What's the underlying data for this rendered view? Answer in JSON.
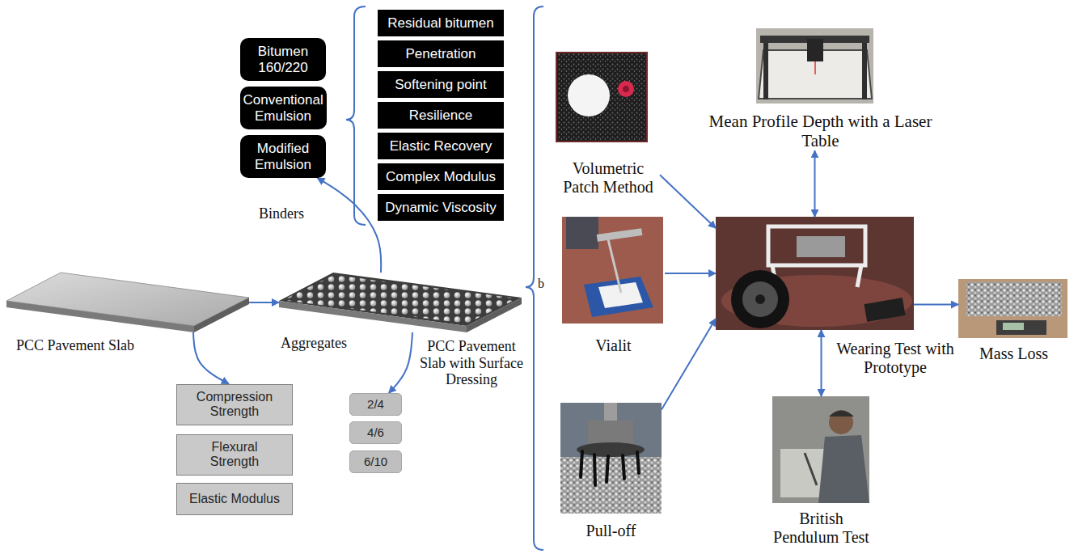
{
  "diagram": {
    "nodes": [
      {
        "text": [
          "Bitumen 160/220"
        ]
      },
      {
        "text": [
          "Conventional Emulsion"
        ]
      },
      {
        "text": [
          "Modified Emulsion"
        ]
      },
      {
        "text": [
          "Residual bitumen"
        ]
      },
      {
        "text": [
          "Penetration"
        ]
      },
      {
        "text": [
          "Softening point"
        ]
      },
      {
        "text": [
          "Resilience"
        ]
      },
      {
        "text": [
          "Elastic Recovery"
        ]
      },
      {
        "text": [
          "Complex Modulus"
        ]
      },
      {
        "text": [
          "Dynamic Viscosity"
        ]
      },
      {
        "text": [
          "PCC Pavement Slab"
        ]
      },
      {
        "text": [
          "PCC Pavement Slab with Surface Dressing"
        ]
      },
      {
        "text": [
          "Compression Strength"
        ]
      },
      {
        "text": [
          "Flexural Strength"
        ]
      },
      {
        "text": [
          "Elastic Modulus"
        ]
      },
      {
        "text": [
          "2/4"
        ]
      },
      {
        "text": [
          "4/6"
        ]
      },
      {
        "text": [
          "6/10"
        ]
      },
      {
        "text": [
          "Volumetric Patch Method"
        ]
      },
      {
        "text": [
          "Mean Profile Depth with a Laser Table"
        ]
      },
      {
        "text": [
          "Vialit"
        ]
      },
      {
        "text": [
          "Wearing Test with Prototype"
        ]
      },
      {
        "text": [
          "Mass Loss"
        ]
      },
      {
        "text": [
          "Pull-off"
        ]
      },
      {
        "text": [
          "British Pendulum Test"
        ]
      }
    ],
    "edges": [
      {
        "from": 10,
        "to": 11,
        "arrow": "to"
      },
      {
        "from": 10,
        "to": 12,
        "arrow": "to"
      },
      {
        "from": 11,
        "to": 2,
        "arrow": "to",
        "label": "Binders"
      },
      {
        "from": 11,
        "to": 15,
        "arrow": "to",
        "label": "Aggregates"
      },
      {
        "from": 18,
        "to": 21,
        "arrow": "to"
      },
      {
        "from": 20,
        "to": 21,
        "arrow": "to"
      },
      {
        "from": 23,
        "to": 21,
        "arrow": "to"
      },
      {
        "from": 21,
        "to": 19,
        "arrow": "both"
      },
      {
        "from": 21,
        "to": 24,
        "arrow": "both"
      },
      {
        "from": 21,
        "to": 22,
        "arrow": "to"
      }
    ],
    "labels": [
      "b"
    ]
  }
}
